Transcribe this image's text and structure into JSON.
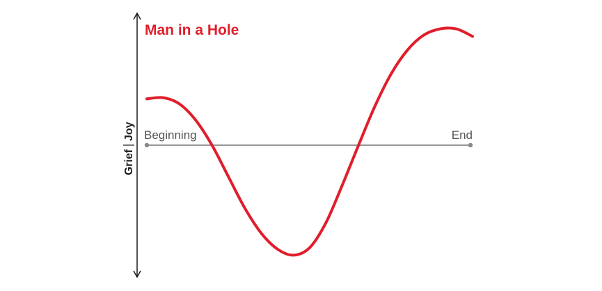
{
  "chart_data": {
    "type": "line",
    "title": "Man in a Hole",
    "xlabel": "",
    "ylabel_positive": "Joy",
    "ylabel_negative": "Grief",
    "x_tick_labels": [
      "Beginning",
      "End"
    ],
    "xlim": [
      0,
      100
    ],
    "ylim": [
      -1,
      1
    ],
    "grid": false,
    "series": [
      {
        "color": "#e01e2b",
        "x": [
          0,
          5,
          10,
          15,
          20,
          25,
          30,
          35,
          40,
          45,
          50,
          55,
          60,
          65,
          70,
          75,
          80,
          85,
          90,
          95,
          100
        ],
        "y": [
          0.37,
          0.38,
          0.33,
          0.2,
          0.0,
          -0.25,
          -0.5,
          -0.7,
          -0.83,
          -0.88,
          -0.82,
          -0.62,
          -0.32,
          0.0,
          0.31,
          0.57,
          0.76,
          0.88,
          0.93,
          0.93,
          0.87
        ]
      }
    ]
  },
  "colors": {
    "accent": "#e01e2b",
    "axis": "#1a1a1a",
    "baseline": "#888888",
    "label": "#555555"
  }
}
